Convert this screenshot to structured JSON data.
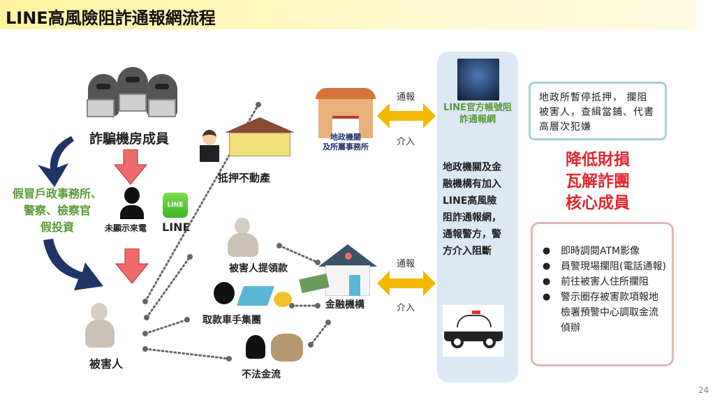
{
  "title": "LINE高風險阻詐通報網流程",
  "page_number": "24",
  "left": {
    "fraud_ring": "詐騙機房成員",
    "impersonation": [
      "假冒戶政事務所、",
      "警察、檢察官",
      "假投資"
    ],
    "hidden_call": "未顯示來電",
    "line_label": "LINE",
    "line_icon_text": "LINE",
    "victim": "被害人"
  },
  "middle": {
    "mortgage": "抵押不動產",
    "land_office": [
      "地政機關",
      "及所屬事務所"
    ],
    "victim_withdraw": "被害人提領款",
    "money_mule": "取款車手集團",
    "bank": "金融機構",
    "illegal_flow": "不法金流",
    "report": "通報",
    "intervene": "介入"
  },
  "panel": {
    "line_account": [
      "LINE官方帳號阻",
      "詐通報網"
    ],
    "description": [
      "地政機關及金",
      "融機構有加入",
      "LINE高風險",
      "阻詐通報網，",
      "通報警方，警",
      "方介入阻斷"
    ]
  },
  "right": {
    "land_action": "地政所暫停抵押， 攔阻被害人，查緝當鋪、代書高層次犯嫌",
    "goals": [
      "降低財損",
      "瓦解詐團",
      "核心成員"
    ],
    "bank_actions": [
      "即時調閱ATM影像",
      "員警現場攔阻(電話通報)",
      "前往被害人住所攔阻",
      "警示圈存被害款項報地檢署預警中心調取金流偵辦"
    ]
  },
  "colors": {
    "title_bg": "#fff3a0",
    "goal_red": "#e0282e",
    "green_text": "#5a9a3a",
    "arrow_red": "#f06b6b",
    "arrow_navy": "#1f3565",
    "arrow_yellow": "#f5b800",
    "panel_bg": "#dce8f4"
  }
}
